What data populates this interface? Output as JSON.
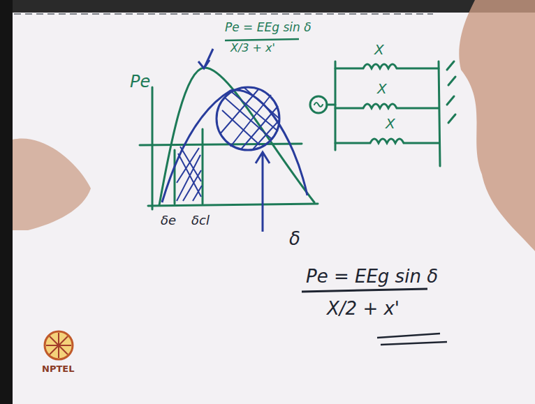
{
  "diagram": {
    "labels": [
      "Pe",
      "Pe = EEg sin δ",
      "X/3 + x'",
      "δe",
      "δcl",
      "δ",
      "Pe = EEg sin δ",
      "X/2 + x'",
      "X",
      "X",
      "X",
      "NPTEL"
    ]
  }
}
